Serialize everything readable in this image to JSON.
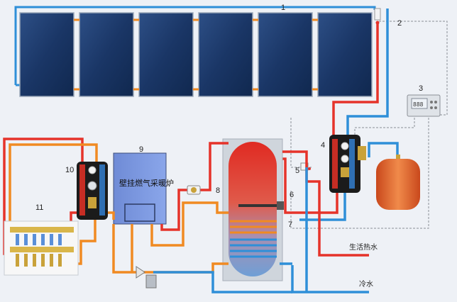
{
  "diagram": {
    "labels": {
      "n1": "1",
      "n2": "2",
      "n3": "3",
      "n4": "4",
      "n5": "5",
      "n6": "6",
      "n7": "7",
      "n8": "8",
      "n9": "9",
      "n10": "10",
      "n11": "11"
    },
    "boiler_text": "壁挂燃气采暖炉",
    "hot_water_label": "生活热水",
    "cold_water_label": "冷水",
    "controller_display": "888",
    "colors": {
      "hot_pipe": "#e5332a",
      "cold_pipe": "#2f8fd8",
      "return_pipe": "#f08a22",
      "panel": "#1d3b6e",
      "boiler": "#7f9be0",
      "tank": "#c9d0d8",
      "expansion_tank": "#e36b2c"
    }
  }
}
